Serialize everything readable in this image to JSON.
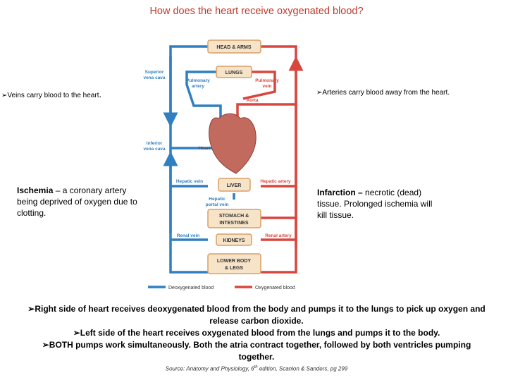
{
  "title": "How does the heart receive oxygenated blood?",
  "left_note": {
    "bullet": "➢",
    "text": "Veins carry blood to the heart",
    "period": "."
  },
  "right_note": {
    "bullet": "➢",
    "text": "Arteries carry blood away from the heart."
  },
  "ischemia": {
    "term": "Ischemia",
    "text": " – a coronary artery being deprived of oxygen due to clotting."
  },
  "infarction": {
    "term": "Infarction –",
    "text": " necrotic (dead) tissue.  Prolonged ischemia will kill tissue."
  },
  "diagram": {
    "boxes": {
      "head_arms": "HEAD & ARMS",
      "lungs": "LUNGS",
      "liver": "LIVER",
      "stomach_1": "STOMACH &",
      "stomach_2": "INTESTINES",
      "kidneys": "KIDNEYS",
      "lower_1": "LOWER BODY",
      "lower_2": "& LEGS"
    },
    "labels": {
      "superior_1": "Superior",
      "superior_2": "vena cava",
      "pulm_artery_1": "Pulmonary",
      "pulm_artery_2": "artery",
      "pulm_vein_1": "Pulmonary",
      "pulm_vein_2": "vein",
      "aorta": "Aorta",
      "inferior_1": "Inferior",
      "inferior_2": "vena cava",
      "heart": "Heart",
      "hepatic_vein": "Hepatic vein",
      "hepatic_artery": "Hepatic artery",
      "hepatic_portal_1": "Hepatic",
      "hepatic_portal_2": "portal vein",
      "renal_vein": "Renal vein",
      "renal_artery": "Renal artery"
    },
    "legend": {
      "deoxygenated": "Deoxygenated blood",
      "oxygenated": "Oxygenated blood"
    },
    "colors": {
      "vein": "#2f7fc1",
      "artery": "#d9463e",
      "box_fill": "#f6e3c8",
      "box_stroke": "#d9a066",
      "heart": "#c26a5e"
    }
  },
  "bottom_points": [
    "➢Right side of heart receives deoxygenated blood from the body and pumps it to the lungs to pick up oxygen and",
    "release carbon dioxide.",
    "➢Left side of the heart receives oxygenated blood from the lungs and pumps it to the body.",
    "➢BOTH pumps work simultaneously.  Both the atria contract together, followed by both ventricles pumping",
    "together."
  ],
  "source": {
    "prefix": "Source: Anatomy and Physiology, 6",
    "sup": "th",
    "suffix": " edition, Scanlon & Sanders, pg 299"
  }
}
